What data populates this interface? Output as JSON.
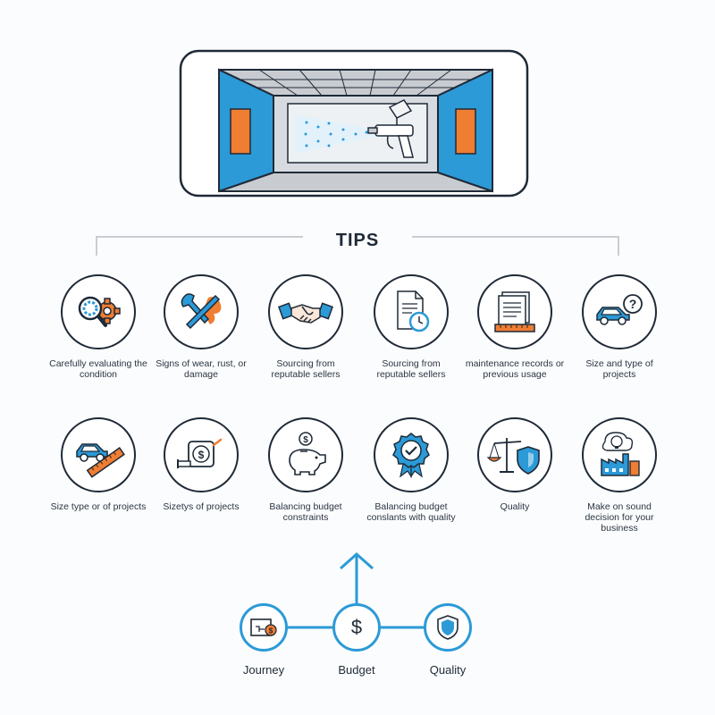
{
  "header": {
    "title": "TIPS"
  },
  "tips_row1": [
    {
      "label": "Carefully evaluating the condition",
      "icon": "magnifier-gear-icon"
    },
    {
      "label": "Signs of wear, rust, or damage",
      "icon": "wrench-screwdriver-icon"
    },
    {
      "label": "Sourcing from reputable sellers",
      "icon": "handshake-icon"
    },
    {
      "label": "Sourcing from reputable sellers",
      "icon": "document-clock-icon"
    },
    {
      "label": "maintenance records or previous usage",
      "icon": "records-ruler-icon"
    },
    {
      "label": "Size and type of projects",
      "icon": "car-question-icon"
    }
  ],
  "tips_row2": [
    {
      "label": "Size type or of projects",
      "icon": "car-ruler-icon"
    },
    {
      "label": "Sizetys of projects",
      "icon": "tape-measure-dollar-icon"
    },
    {
      "label": "Balancing budget constraints",
      "icon": "piggy-bank-icon"
    },
    {
      "label": "Balancing budget conslants with quality",
      "icon": "quality-ribbon-icon"
    },
    {
      "label": "Quality",
      "icon": "scale-shield-icon"
    },
    {
      "label": "Make on sound decision for your business",
      "icon": "lightbulb-factory-icon"
    }
  ],
  "journey": [
    {
      "label": "Journey",
      "icon": "budget-plan-icon"
    },
    {
      "label": "Budget",
      "icon": "dollar-icon",
      "symbol": "$"
    },
    {
      "label": "Quality",
      "icon": "shield-icon"
    }
  ],
  "colors": {
    "accent_blue": "#2c9ad7",
    "accent_orange": "#ef7d32",
    "dark": "#1f2a37",
    "line": "#c9cdd2"
  }
}
